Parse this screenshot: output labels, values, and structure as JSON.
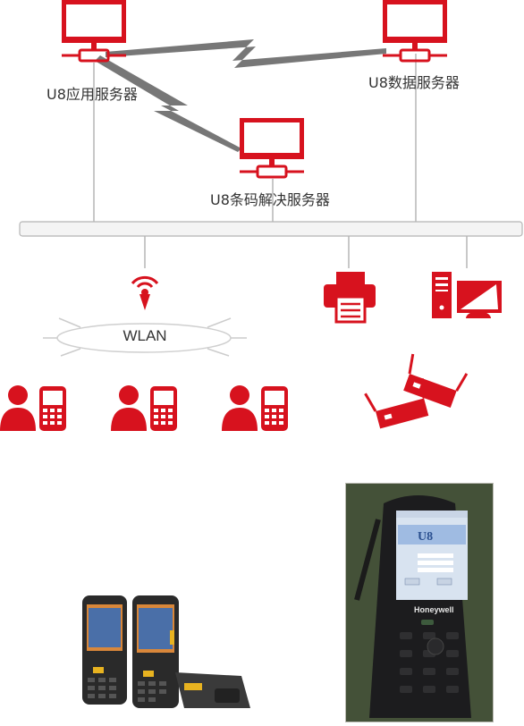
{
  "servers": {
    "app": "U8应用服务器",
    "data": "U8数据服务器",
    "barcode": "U8条码解决服务器"
  },
  "network": {
    "wlan": "WLAN"
  },
  "colors": {
    "accent": "#d7121e",
    "line": "#b5b5b5",
    "bolt": "#777777",
    "bus_fill": "#f4f4f4"
  },
  "icons": [
    "monitor-icon",
    "wifi-signal-icon",
    "printer-icon",
    "desktop-pc-icon",
    "router-icon",
    "user-icon",
    "mobile-phone-icon"
  ],
  "photo": {
    "device_brand": "Honeywell",
    "screen_logo": "U8"
  }
}
